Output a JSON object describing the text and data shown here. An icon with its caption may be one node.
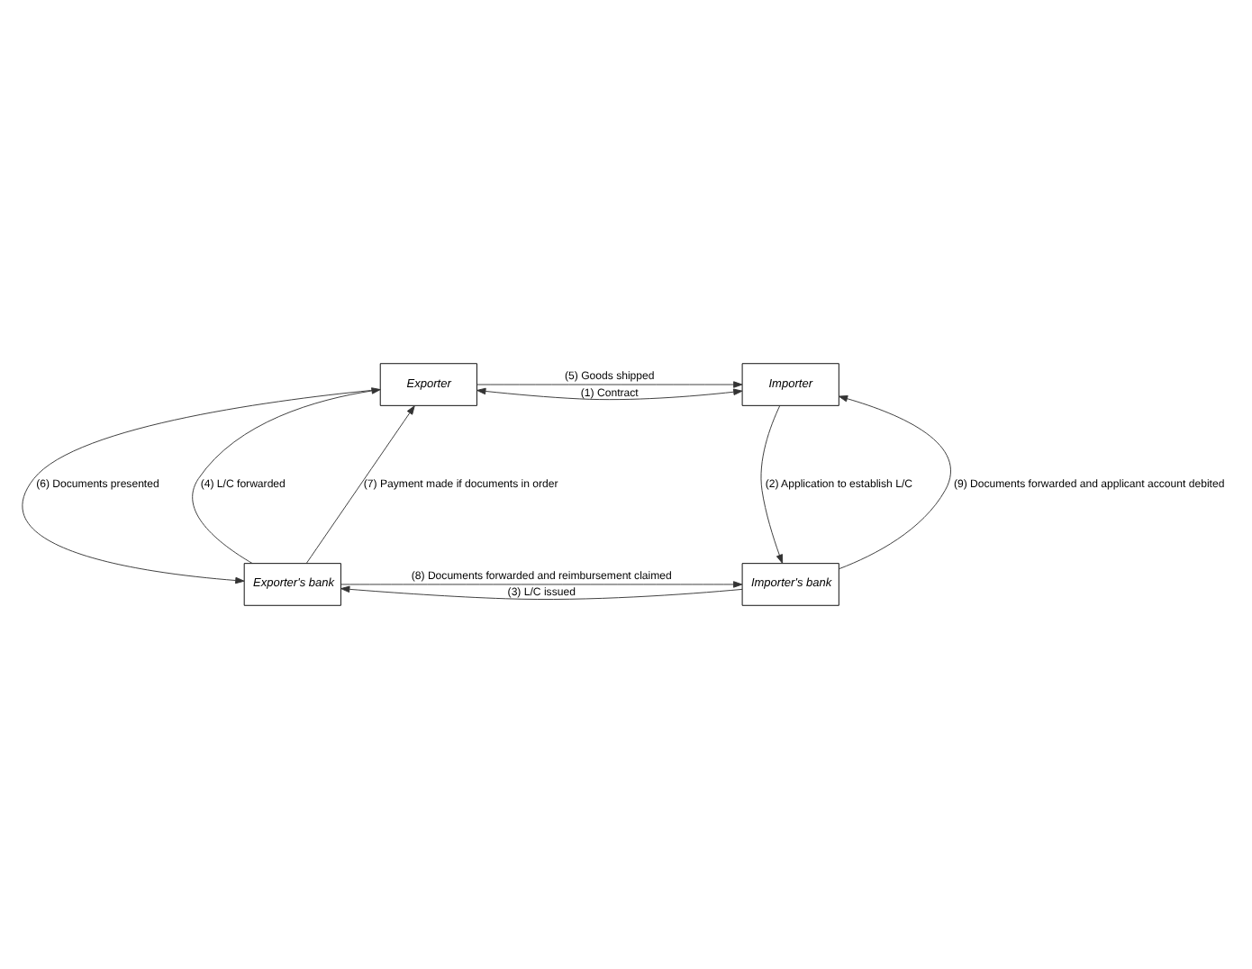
{
  "diagram": {
    "nodes": [
      {
        "text": [
          "Exporter"
        ]
      },
      {
        "text": [
          "Importer"
        ]
      },
      {
        "text": [
          "Exporter's bank"
        ]
      },
      {
        "text": [
          "Importer's bank"
        ]
      }
    ],
    "edges": [
      {
        "from": 0,
        "to": 1,
        "arrow": "both",
        "label": "(1) Contract"
      },
      {
        "from": 1,
        "to": 3,
        "arrow": "to",
        "label": "(2) Application to establish L/C"
      },
      {
        "from": 3,
        "to": 2,
        "arrow": "to",
        "label": "(3) L/C issued"
      },
      {
        "from": 2,
        "to": 0,
        "arrow": "to",
        "label": "(4) L/C forwarded"
      },
      {
        "from": 0,
        "to": 1,
        "arrow": "to",
        "label": "(5) Goods shipped"
      },
      {
        "from": 0,
        "to": 2,
        "arrow": "to",
        "label": "(6) Documents presented"
      },
      {
        "from": 2,
        "to": 0,
        "arrow": "to",
        "label": "(7) Payment made if documents in order"
      },
      {
        "from": 2,
        "to": 3,
        "arrow": "to",
        "label": "(8) Documents forwarded and reimbursement claimed"
      },
      {
        "from": 3,
        "to": 1,
        "arrow": "to",
        "label": "(9) Documents forwarded and applicant account debited"
      }
    ]
  }
}
